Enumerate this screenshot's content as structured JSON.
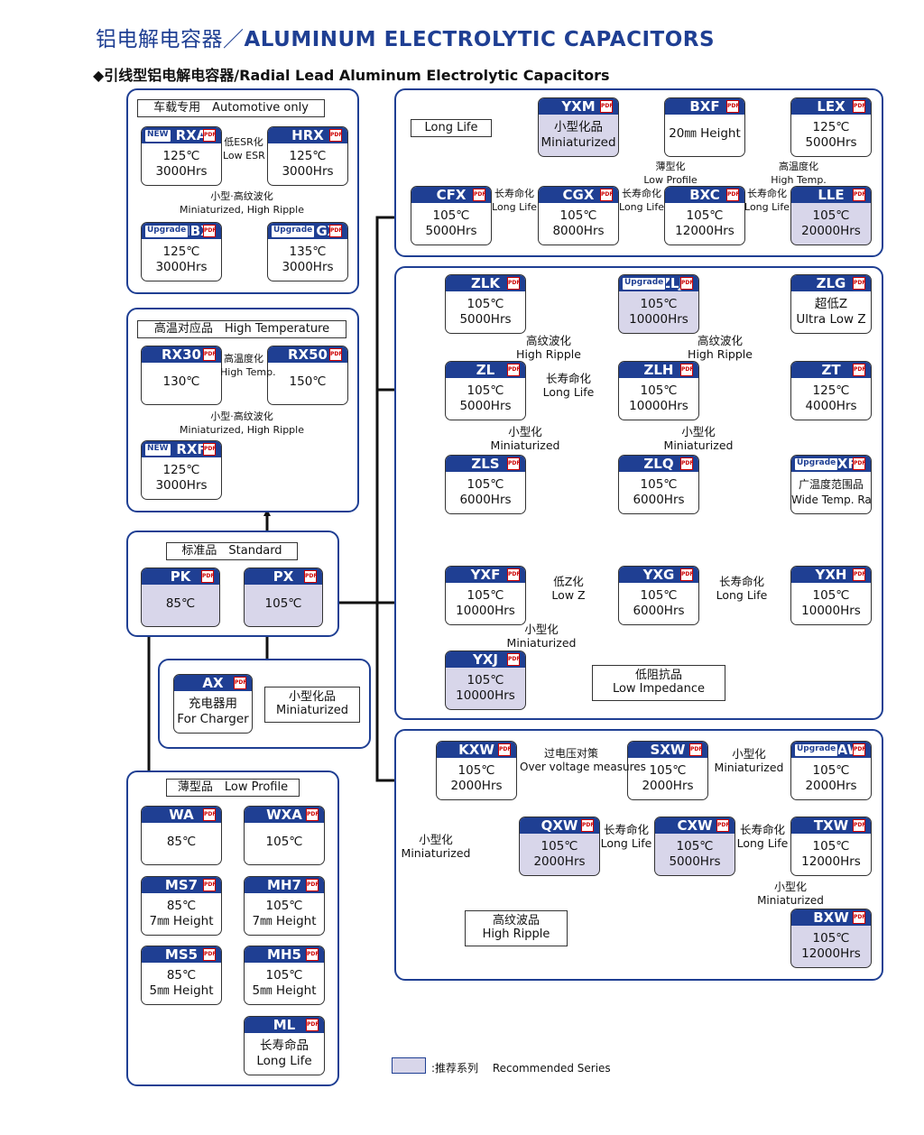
{
  "header": {
    "title_cn": "铝电解电容器／",
    "title_en": "ALUMINUM ELECTROLYTIC CAPACITORS",
    "subtitle": "◆引线型铝电解电容器/Radial Lead Aluminum Electrolytic Capacitors"
  },
  "groups": {
    "automotive": "车载专用　Automotive only",
    "high_temp": "高温对应品　High Temperature",
    "standard": "标准品　Standard",
    "low_profile": "薄型品　Low Profile",
    "long_life": "Long Life",
    "low_impedance": "低阻抗品\nLow Impedance",
    "high_ripple": "高纹波品\nHigh Ripple"
  },
  "charger": {
    "small": "小型化品\nMiniaturized"
  },
  "cards": {
    "RXA": {
      "name": "RXA",
      "badge": "NEW",
      "body": "125℃\n3000Hrs"
    },
    "HRX": {
      "name": "HRX",
      "body": "125℃\n3000Hrs"
    },
    "HBX": {
      "name": "HBX",
      "badge": "Upgrade",
      "body": "125℃\n3000Hrs"
    },
    "HGX": {
      "name": "HGX",
      "badge": "Upgrade",
      "body": "135℃\n3000Hrs"
    },
    "RX30": {
      "name": "RX30",
      "body": "130℃"
    },
    "RX50": {
      "name": "RX50",
      "body": "150℃"
    },
    "RXF": {
      "name": "RXF",
      "badge": "NEW",
      "body": "125℃\n3000Hrs"
    },
    "PK": {
      "name": "PK",
      "body": "85℃"
    },
    "PX": {
      "name": "PX",
      "body": "105℃"
    },
    "AX": {
      "name": "AX",
      "body": "充电器用\nFor Charger"
    },
    "WA": {
      "name": "WA",
      "body": "85℃"
    },
    "WXA": {
      "name": "WXA",
      "body": "105℃"
    },
    "MS7": {
      "name": "MS7",
      "body": "85℃\n7㎜ Height"
    },
    "MH7": {
      "name": "MH7",
      "body": "105℃\n7㎜ Height"
    },
    "MS5": {
      "name": "MS5",
      "body": "85℃\n5㎜ Height"
    },
    "MH5": {
      "name": "MH5",
      "body": "105℃\n5㎜ Height"
    },
    "ML": {
      "name": "ML",
      "body": "长寿命品\nLong Life"
    },
    "YXM": {
      "name": "YXM",
      "body": "小型化品\nMiniaturized"
    },
    "BXF": {
      "name": "BXF",
      "body": "20㎜ Height"
    },
    "LEX": {
      "name": "LEX",
      "body": "125℃\n5000Hrs"
    },
    "CFX": {
      "name": "CFX",
      "body": "105℃\n5000Hrs"
    },
    "CGX": {
      "name": "CGX",
      "body": "105℃\n8000Hrs"
    },
    "BXC": {
      "name": "BXC",
      "body": "105℃\n12000Hrs"
    },
    "LLE": {
      "name": "LLE",
      "body": "105℃\n20000Hrs"
    },
    "ZLK": {
      "name": "ZLK",
      "body": "105℃\n5000Hrs"
    },
    "ZLJ": {
      "name": "ZLJ",
      "badge": "Upgrade",
      "body": "105℃\n10000Hrs"
    },
    "ZLG": {
      "name": "ZLG",
      "body": "超低Z\nUltra Low Z"
    },
    "ZL": {
      "name": "ZL",
      "body": "105℃\n5000Hrs"
    },
    "ZLH": {
      "name": "ZLH",
      "body": "105℃\n10000Hrs"
    },
    "ZT": {
      "name": "ZT",
      "body": "125℃\n4000Hrs"
    },
    "ZLS": {
      "name": "ZLS",
      "body": "105℃\n6000Hrs"
    },
    "ZLQ": {
      "name": "ZLQ",
      "body": "105℃\n6000Hrs"
    },
    "JXF": {
      "name": "JXF",
      "badge": "Upgrade",
      "body": "广温度范围品\nWide Temp. Range"
    },
    "YXF": {
      "name": "YXF",
      "body": "105℃\n10000Hrs"
    },
    "YXG": {
      "name": "YXG",
      "body": "105℃\n6000Hrs"
    },
    "YXH": {
      "name": "YXH",
      "body": "105℃\n10000Hrs"
    },
    "YXJ": {
      "name": "YXJ",
      "body": "105℃\n10000Hrs"
    },
    "KXW": {
      "name": "KXW",
      "body": "105℃\n2000Hrs"
    },
    "SXW": {
      "name": "SXW",
      "body": "105℃\n2000Hrs"
    },
    "SAW": {
      "name": "SAW",
      "badge": "Upgrade",
      "body": "105℃\n2000Hrs"
    },
    "QXW": {
      "name": "QXW",
      "body": "105℃\n2000Hrs"
    },
    "CXW": {
      "name": "CXW",
      "body": "105℃\n5000Hrs"
    },
    "TXW": {
      "name": "TXW",
      "body": "105℃\n12000Hrs"
    },
    "BXW": {
      "name": "BXW",
      "body": "105℃\n12000Hrs"
    }
  },
  "annotations": {
    "low_esr": "低ESR化\nLow ESR",
    "small_ripple_1": "小型·高纹波化\nMiniaturized, High Ripple",
    "high_temp_1": "高温度化\nHigh Temp.",
    "small_ripple_2": "小型·高纹波化\nMiniaturized, High Ripple",
    "low_profile": "薄型化\nLow Profile",
    "high_temp_2": "高温度化\nHigh Temp.",
    "ll_1": "长寿命化\nLong Life",
    "ll_2": "长寿命化\nLong Life",
    "ll_3": "长寿命化\nLong Life",
    "hr_1": "高纹波化\nHigh Ripple",
    "hr_2": "高纹波化\nHigh Ripple",
    "ll_zl": "长寿命化\nLong Life",
    "mini_zl": "小型化\nMiniaturized",
    "mini_zlh": "小型化\nMiniaturized",
    "lowz": "低Z化\nLow Z",
    "ll_yx": "长寿命化\nLong Life",
    "mini_yx": "小型化\nMiniaturized",
    "overvolt": "过电压对策\nOver voltage measures",
    "mini_sxw": "小型化\nMiniaturized",
    "mini_kxw": "小型化\nMiniaturized",
    "ll_qxw": "长寿命化\nLong Life",
    "ll_cxw": "长寿命化\nLong Life",
    "mini_txw": "小型化\nMiniaturized"
  },
  "legend": ":推荐系列　 Recommended Series",
  "colors": {
    "accent": "#1f3f93",
    "recommended": "#d8d6ea",
    "pdf": "#cc0000"
  }
}
